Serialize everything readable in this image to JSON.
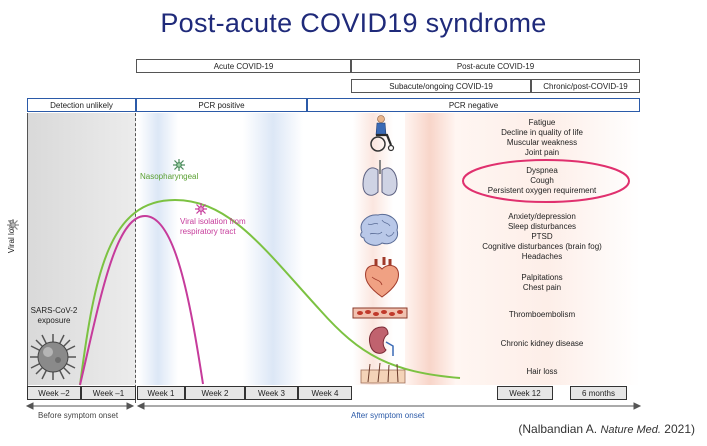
{
  "title": "Post-acute COVID19 syndrome",
  "phases": {
    "acute": "Acute COVID-19",
    "post_acute": "Post-acute COVID-19",
    "subacute": "Subacute/ongoing COVID-19",
    "chronic": "Chronic/post-COVID-19"
  },
  "pcr": {
    "detection_unlikely": "Detection unlikely",
    "positive": "PCR positive",
    "negative": "PCR negative"
  },
  "y_axis_label": "Viral load",
  "curves": {
    "nasopharyngeal": "Nasopharyngeal",
    "viral_isolation": "Viral isolation from respiratory tract"
  },
  "exposure": "SARS-CoV-2 exposure",
  "weeks": [
    "Week –2",
    "Week –1",
    "Week 1",
    "Week 2",
    "Week 3",
    "Week 4",
    "Week 12",
    "6 months"
  ],
  "timeline": {
    "before": "Before symptom onset",
    "after": "After symptom onset"
  },
  "symptom_groups": [
    {
      "organ": "person-wheelchair-icon",
      "items": [
        "Fatigue",
        "Decline in quality of life",
        "Muscular weakness",
        "Joint pain"
      ]
    },
    {
      "organ": "lungs-icon",
      "items": [
        "Dyspnea",
        "Cough",
        "Persistent oxygen requirement"
      ]
    },
    {
      "organ": "brain-icon",
      "items": [
        "Anxiety/depression",
        "Sleep disturbances",
        "PTSD",
        "Cognitive disturbances (brain fog)",
        "Headaches"
      ]
    },
    {
      "organ": "heart-icon",
      "items": [
        "Palpitations",
        "Chest pain"
      ]
    },
    {
      "organ": "blood-vessel-icon",
      "items": [
        "Thromboembolism"
      ]
    },
    {
      "organ": "kidney-icon",
      "items": [
        "Chronic kidney disease"
      ]
    },
    {
      "organ": "skin-hair-icon",
      "items": [
        "Hair loss"
      ]
    }
  ],
  "citation": {
    "prefix": "(Nalbandian A. ",
    "journal": "Nature Med.",
    "suffix": " 2021)"
  },
  "colors": {
    "title": "#1f2a7a",
    "nasopharyngeal": "#7cc242",
    "viral_isolation": "#c63b9b",
    "pcr_bar": "#2b5aa8",
    "highlight": "#e0306e"
  }
}
